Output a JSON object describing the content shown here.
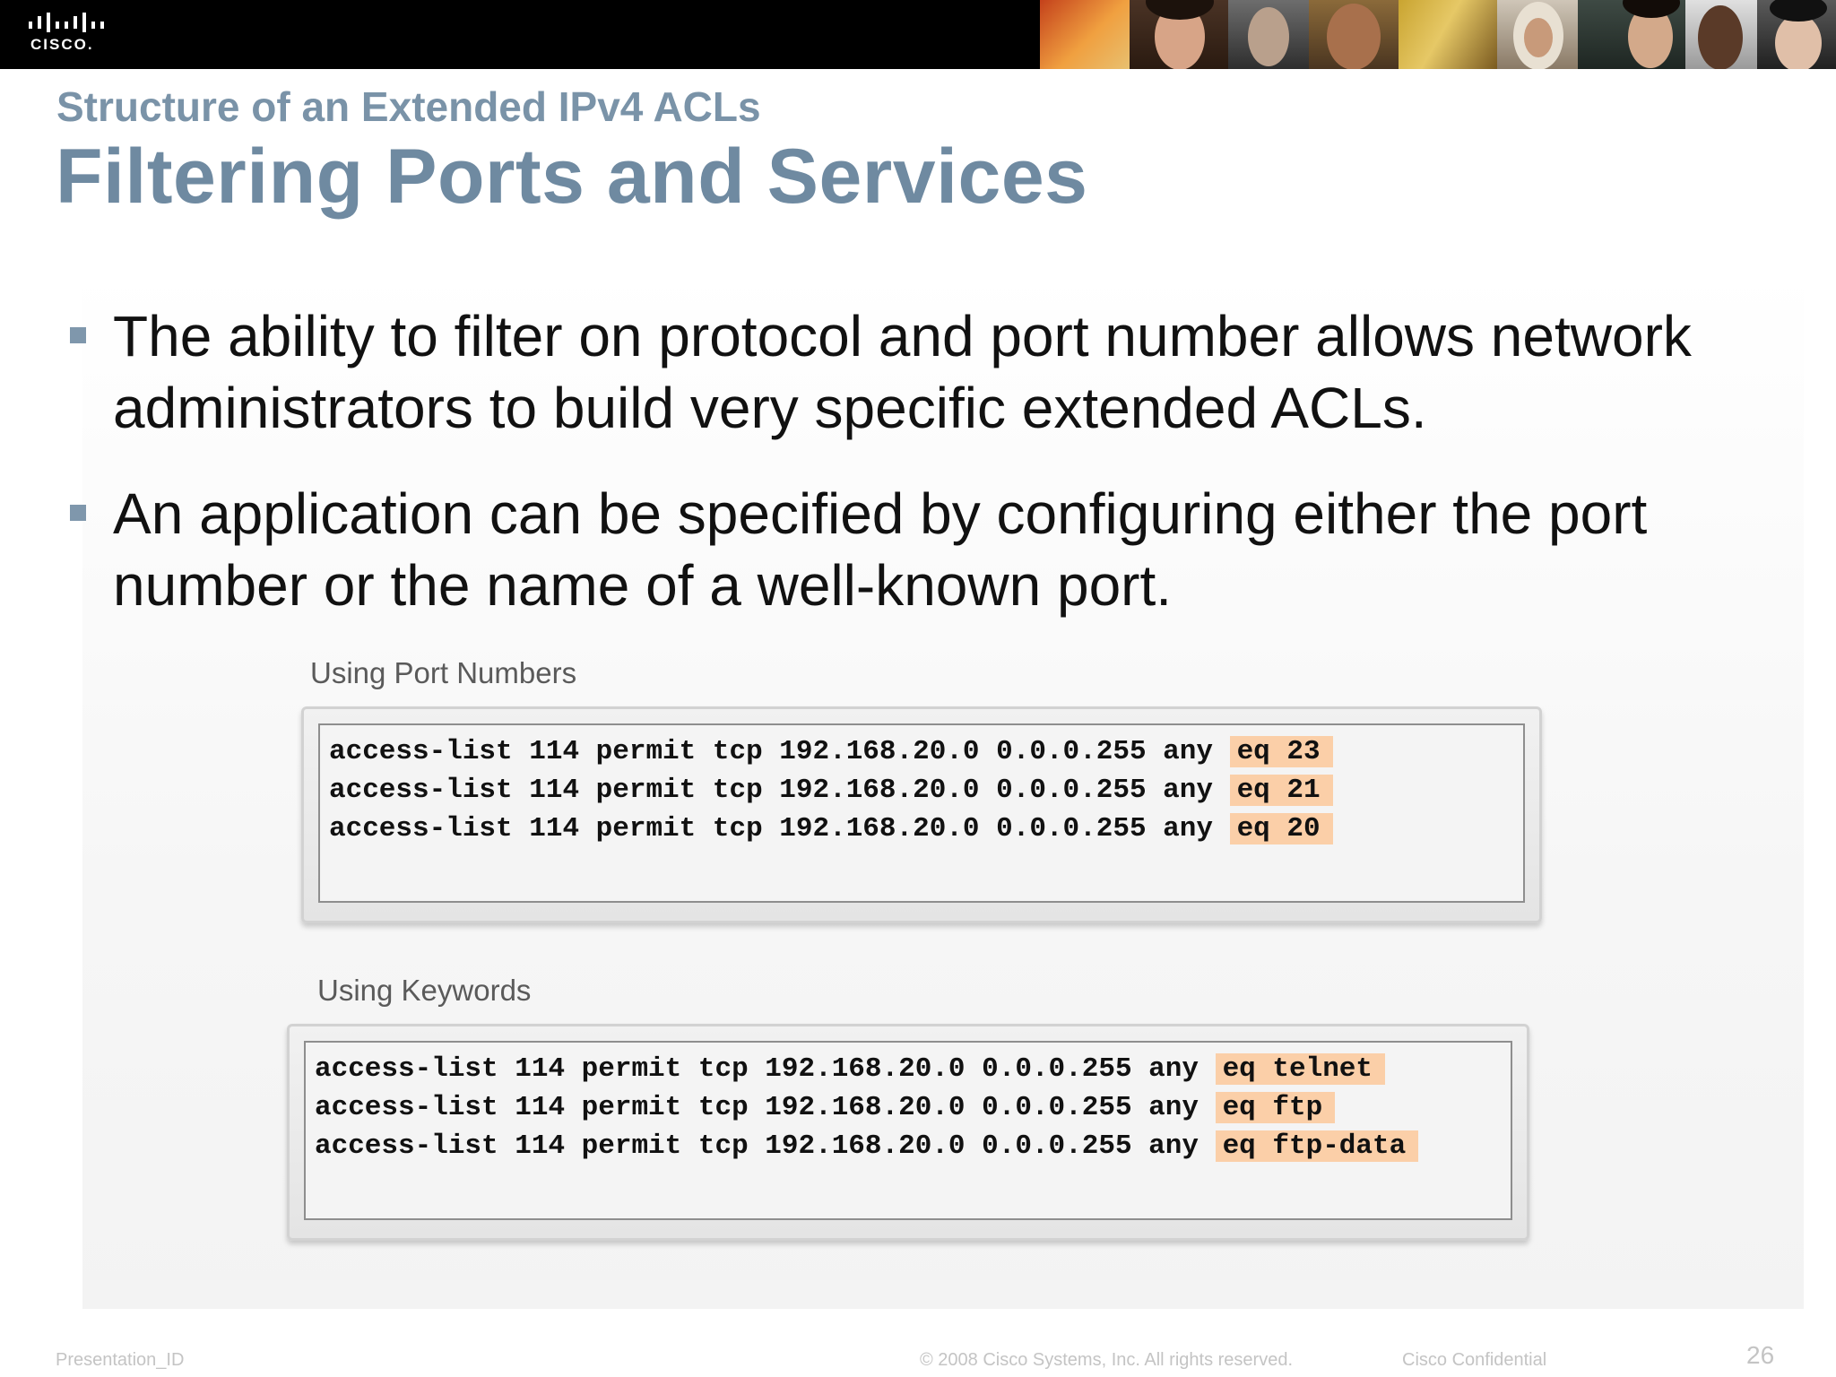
{
  "header": {
    "logo_text": "CISCO.",
    "photo_icons": [
      "photo-orange-abstract",
      "photo-woman",
      "photo-man-glasses",
      "photo-man-smiling",
      "photo-collage-yellow",
      "photo-woman-headscarf",
      "photo-woman-chalkboard",
      "photo-man-dark",
      "photo-man-cap"
    ]
  },
  "slide": {
    "subtitle": "Structure of an Extended IPv4 ACLs",
    "title": "Filtering Ports and Services",
    "bullets": [
      "The ability to filter on protocol and port number allows network administrators to build very specific extended ACLs.",
      "An application can be specified by configuring either the port number or the name of a well-known port."
    ]
  },
  "port_numbers": {
    "label": "Using Port Numbers",
    "lines": [
      {
        "cmd": "access-list 114 permit tcp 192.168.20.0 0.0.0.255 any ",
        "hl": "eq 23"
      },
      {
        "cmd": "access-list 114 permit tcp 192.168.20.0 0.0.0.255 any ",
        "hl": "eq 21"
      },
      {
        "cmd": "access-list 114 permit tcp 192.168.20.0 0.0.0.255 any ",
        "hl": "eq 20"
      }
    ]
  },
  "keywords": {
    "label": "Using Keywords",
    "lines": [
      {
        "cmd": "access-list 114 permit tcp 192.168.20.0 0.0.0.255 any ",
        "hl": "eq telnet"
      },
      {
        "cmd": "access-list 114 permit tcp 192.168.20.0 0.0.0.255 any ",
        "hl": "eq ftp"
      },
      {
        "cmd": "access-list 114 permit tcp 192.168.20.0 0.0.0.255 any ",
        "hl": "eq ftp-data"
      }
    ]
  },
  "footer": {
    "presentation_id": "Presentation_ID",
    "copyright": "© 2008 Cisco Systems, Inc. All rights reserved.",
    "confidential": "Cisco Confidential",
    "page_number": "26"
  },
  "colors": {
    "title": "#6f8aa1",
    "highlight": "#fbcfa8",
    "header_bar": "#000000"
  }
}
